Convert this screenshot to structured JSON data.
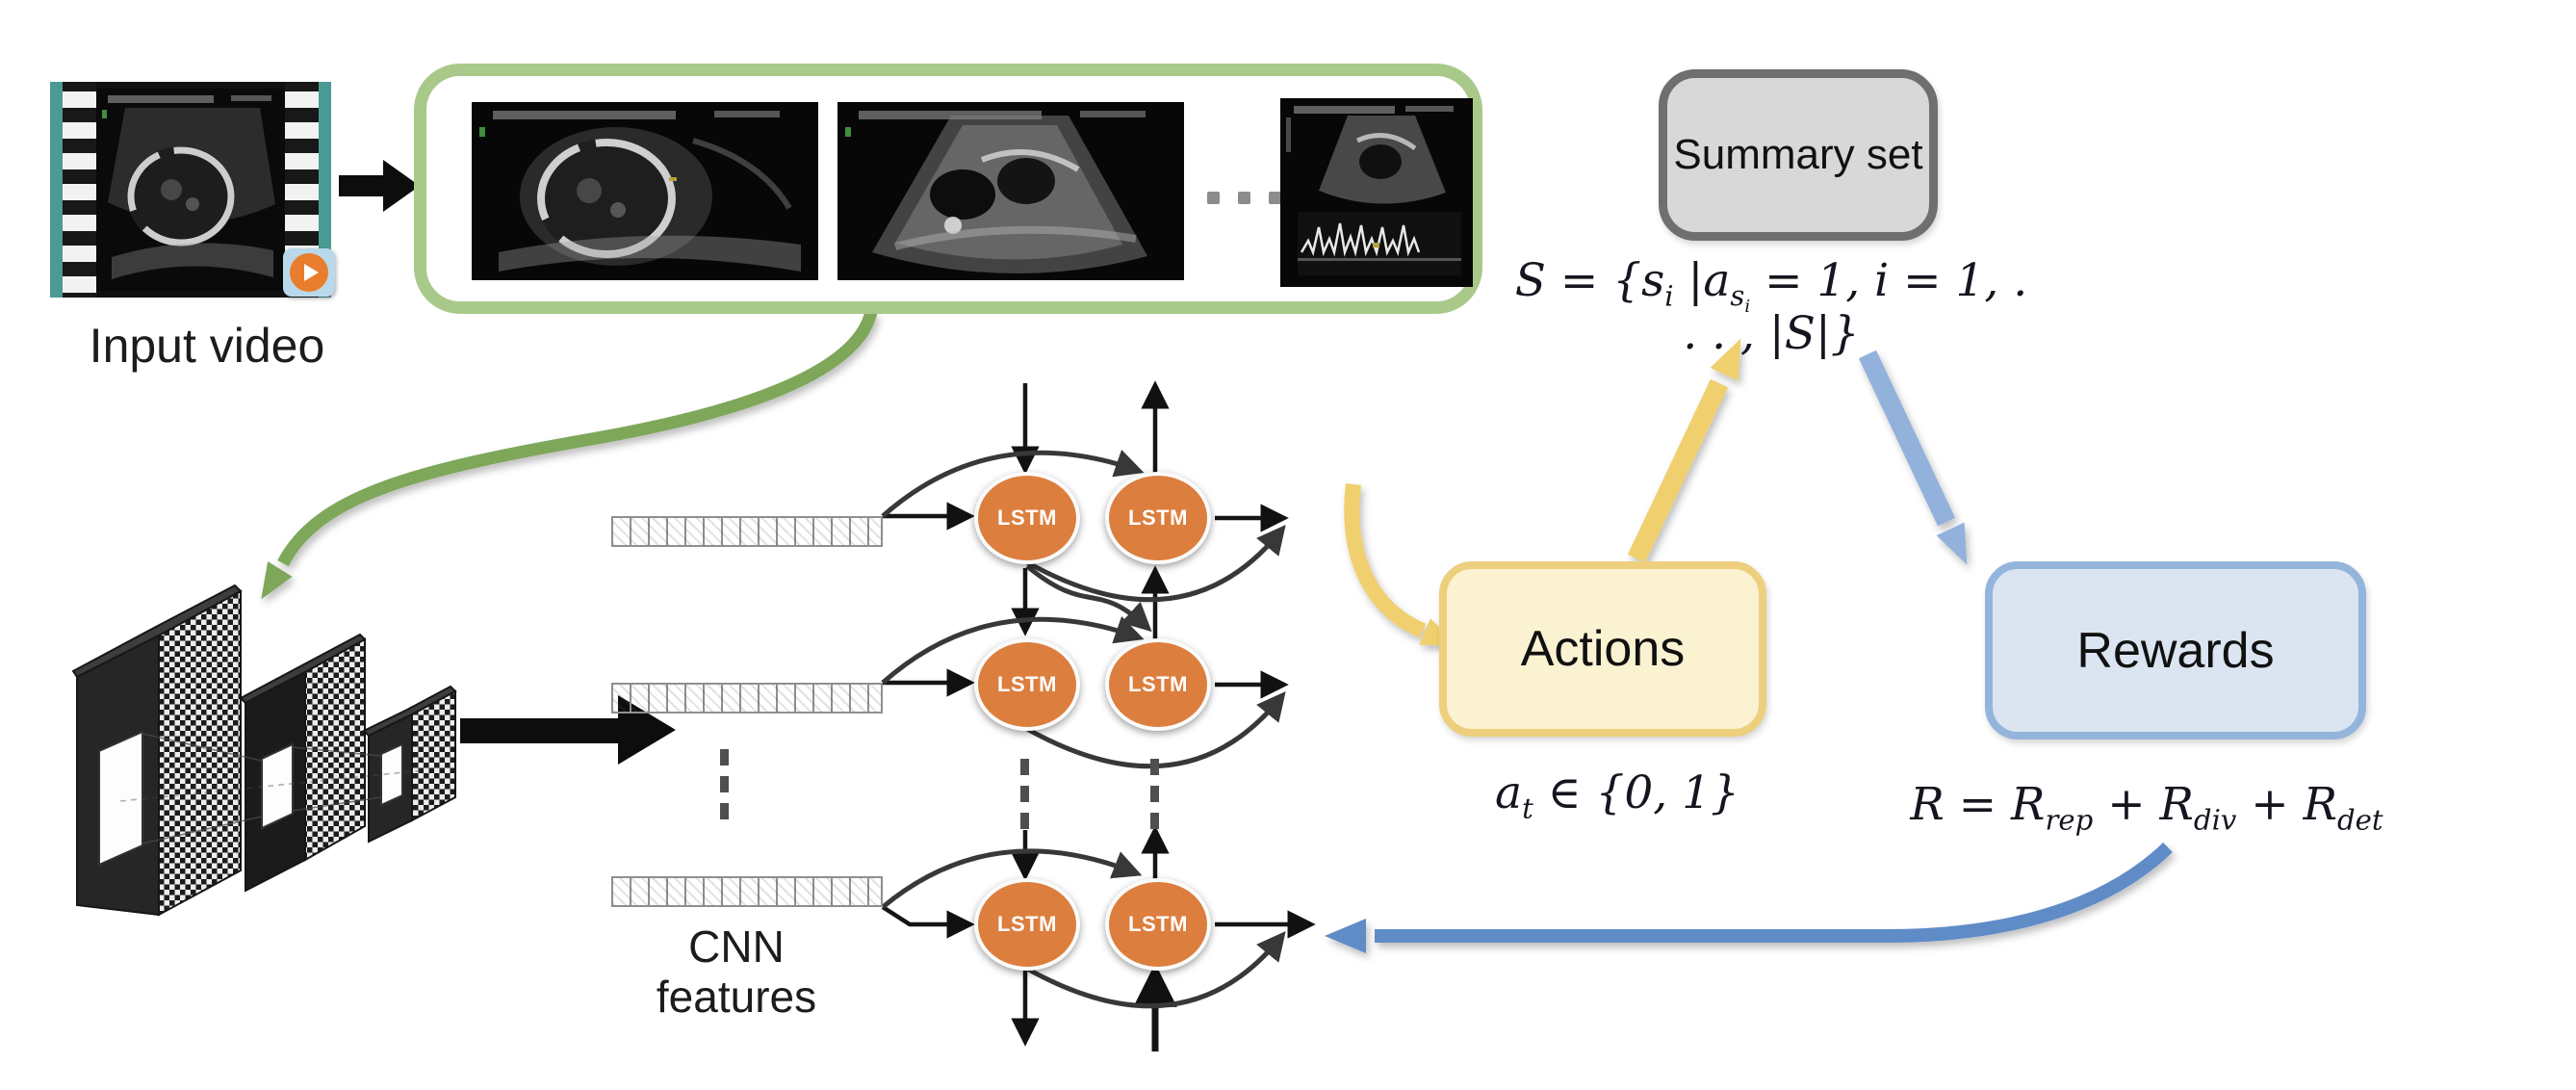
{
  "figure": {
    "type": "architecture-diagram",
    "topic": "reinforcement-learning video summarization of ultrasound video"
  },
  "input_video": {
    "label": "Input video"
  },
  "frames_box": {
    "frames_visible": 3,
    "frame_icons": [
      "ultrasound-frame-1",
      "ultrasound-frame-2",
      "ultrasound-doppler-frame"
    ],
    "ellipsis_icon": "horizontal-ellipsis"
  },
  "cnn": {
    "label_line1": "CNN",
    "label_line2": "features"
  },
  "lstm": {
    "node_label": "LSTM",
    "rows_visible": 3,
    "ellipsis_icon": "vertical-ellipsis"
  },
  "summary": {
    "label": "Summary set",
    "formula": "S = {s_[i] |a_[s_[i]] = 1, i = 1, . . . , |S|}"
  },
  "actions": {
    "label": "Actions",
    "formula": "a_[t] ∈ {0, 1}"
  },
  "rewards": {
    "label": "Rewards",
    "formula": "R = R_[rep] + R_[div] + R_[det]"
  },
  "colors": {
    "green_box_border": "#a9c98b",
    "green_arrow": "#7ea75a",
    "yellow_arrow": "#f0cf6e",
    "actions_fill": "#fbf2d2",
    "actions_border": "#eecf7d",
    "summary_fill": "#d8d8d8",
    "summary_border": "#6f6f6f",
    "rewards_fill": "#dbe5f1",
    "rewards_border": "#93b5db",
    "blue_arrow_light": "#92b2db",
    "blue_arrow_dark": "#5f8cc7",
    "lstm_node": "#dc7e3e",
    "film_teal": "#4b9a93",
    "play_icon": "#e87d2d"
  }
}
